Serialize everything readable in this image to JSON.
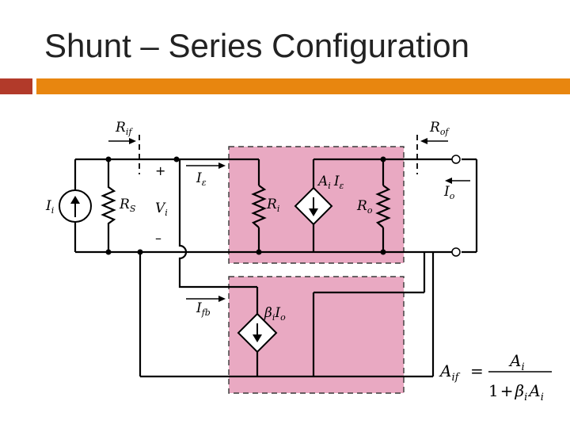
{
  "title": "Shunt – Series Configuration",
  "colors": {
    "accent_red": "#b23a2a",
    "accent_orange": "#e8860f",
    "amplifier_box": "#e9a9c2"
  },
  "labels": {
    "r_if": {
      "main": "R",
      "sub": "if"
    },
    "r_of": {
      "main": "R",
      "sub": "of"
    },
    "i_i": {
      "main": "I",
      "sub": "i"
    },
    "r_s": {
      "main": "R",
      "sub": "S"
    },
    "v_i": {
      "main": "V",
      "sub": "i"
    },
    "plus": "+",
    "minus": "–",
    "i_eps": {
      "main": "I",
      "sub": "ε"
    },
    "r_i": {
      "main": "R",
      "sub": "i"
    },
    "ai_ieps": {
      "a": "A",
      "a_sub": "i",
      "i": "I",
      "i_sub": "ε"
    },
    "r_o": {
      "main": "R",
      "sub": "o"
    },
    "i_o": {
      "main": "I",
      "sub": "o"
    },
    "i_fb": {
      "main": "I",
      "sub": "fb"
    },
    "beta_io": {
      "b": "β",
      "b_sub": "i",
      "i": "I",
      "i_sub": "o"
    }
  },
  "formula": {
    "lhs": "A",
    "lhs_sub": "if",
    "equals": "=",
    "num": "A",
    "num_sub": "i",
    "den_one": "1",
    "den_plus": "+",
    "den_beta": "β",
    "den_beta_sub": "i",
    "den_a": "A",
    "den_a_sub": "i"
  }
}
